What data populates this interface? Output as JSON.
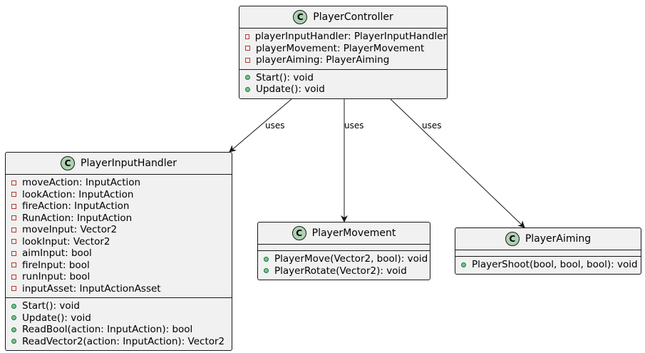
{
  "diagram": {
    "classes": [
      {
        "id": "PlayerController",
        "stereotype_letter": "C",
        "name": "PlayerController",
        "fields": [
          {
            "visibility": "private",
            "text": "playerInputHandler: PlayerInputHandler"
          },
          {
            "visibility": "private",
            "text": "playerMovement: PlayerMovement"
          },
          {
            "visibility": "private",
            "text": "playerAiming: PlayerAiming"
          }
        ],
        "methods": [
          {
            "visibility": "public",
            "text": "Start(): void"
          },
          {
            "visibility": "public",
            "text": "Update(): void"
          }
        ]
      },
      {
        "id": "PlayerInputHandler",
        "stereotype_letter": "C",
        "name": "PlayerInputHandler",
        "fields": [
          {
            "visibility": "private",
            "text": "moveAction: InputAction"
          },
          {
            "visibility": "private",
            "text": "lookAction: InputAction"
          },
          {
            "visibility": "private",
            "text": "fireAction: InputAction"
          },
          {
            "visibility": "private",
            "text": "RunAction: InputAction"
          },
          {
            "visibility": "private",
            "text": "moveInput: Vector2"
          },
          {
            "visibility": "private",
            "text": "lookInput: Vector2"
          },
          {
            "visibility": "private",
            "text": "aimInput: bool"
          },
          {
            "visibility": "private",
            "text": "fireInput: bool"
          },
          {
            "visibility": "private",
            "text": "runInput: bool"
          },
          {
            "visibility": "private",
            "text": "inputAsset: InputActionAsset"
          }
        ],
        "methods": [
          {
            "visibility": "public",
            "text": "Start(): void"
          },
          {
            "visibility": "public",
            "text": "Update(): void"
          },
          {
            "visibility": "public",
            "text": "ReadBool(action: InputAction): bool"
          },
          {
            "visibility": "public",
            "text": "ReadVector2(action: InputAction): Vector2"
          }
        ]
      },
      {
        "id": "PlayerMovement",
        "stereotype_letter": "C",
        "name": "PlayerMovement",
        "fields": [],
        "methods": [
          {
            "visibility": "public",
            "text": "PlayerMove(Vector2, bool): void"
          },
          {
            "visibility": "public",
            "text": "PlayerRotate(Vector2): void"
          }
        ]
      },
      {
        "id": "PlayerAiming",
        "stereotype_letter": "C",
        "name": "PlayerAiming",
        "fields": [],
        "methods": [
          {
            "visibility": "public",
            "text": "PlayerShoot(bool, bool, bool): void"
          }
        ]
      }
    ],
    "relations": [
      {
        "from": "PlayerController",
        "to": "PlayerInputHandler",
        "label": "uses"
      },
      {
        "from": "PlayerController",
        "to": "PlayerMovement",
        "label": "uses"
      },
      {
        "from": "PlayerController",
        "to": "PlayerAiming",
        "label": "uses"
      }
    ],
    "colors": {
      "class_fill": "#f1f1f1",
      "border": "#181818",
      "badge": "#add1b2",
      "private_marker": "#b03a2e",
      "public_marker": "#84be84"
    }
  }
}
